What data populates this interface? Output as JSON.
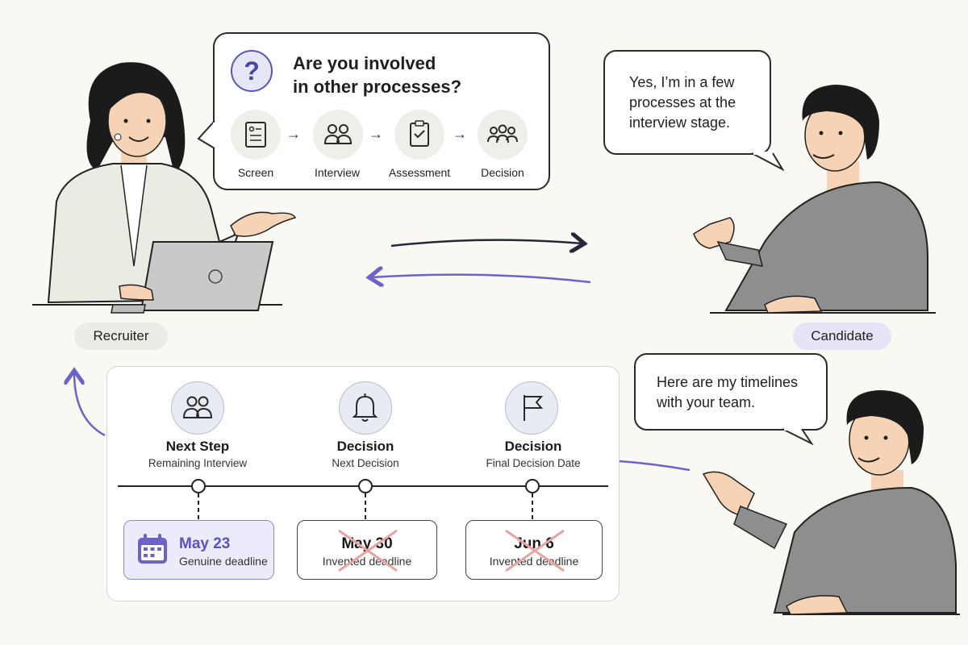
{
  "question": {
    "icon": "question-icon",
    "mark": "?",
    "line1": "Are you involved",
    "line2": "in other processes?",
    "steps": [
      {
        "label": "Screen",
        "icon": "document-icon"
      },
      {
        "label": "Interview",
        "icon": "people-icon"
      },
      {
        "label": "Assessment",
        "icon": "clipboard-check-icon"
      },
      {
        "label": "Decision",
        "icon": "group-icon"
      }
    ]
  },
  "candidate_reply": {
    "lines": [
      "Yes, I’m in a few",
      "processes at the",
      "interview stage."
    ]
  },
  "candidate_timeline_reply": {
    "lines": [
      "Here are my timelines",
      "with your team."
    ]
  },
  "roles": {
    "recruiter": "Recruiter",
    "candidate": "Candidate"
  },
  "timeline": {
    "milestones": [
      {
        "title": "Next Step",
        "subtitle": "Remaining Interview",
        "icon": "people-icon"
      },
      {
        "title": "Decision",
        "subtitle": "Next Decision",
        "icon": "bell-icon"
      },
      {
        "title": "Decision",
        "subtitle": "Final Decision Date",
        "icon": "flag-icon"
      }
    ],
    "deadlines": [
      {
        "date": "May 23",
        "label": "Genuine deadline",
        "genuine": true,
        "icon": "calendar-icon"
      },
      {
        "date": "May 30",
        "label": "Invented deadline",
        "genuine": false
      },
      {
        "date": "Jun 6",
        "label": "Invented deadline",
        "genuine": false
      }
    ]
  },
  "colors": {
    "accent": "#6b63c9",
    "cross": "#e8a3a3",
    "sweater": "#8e8e8e",
    "skin": "#f7d3b5",
    "hair": "#1b1b1b"
  }
}
